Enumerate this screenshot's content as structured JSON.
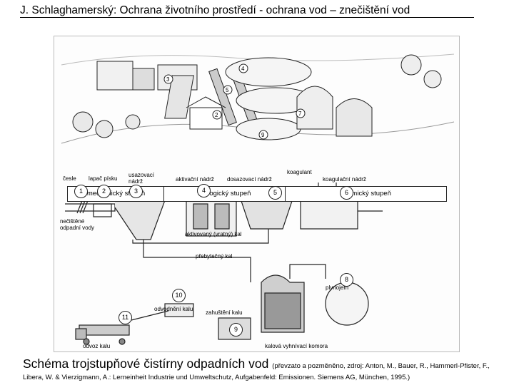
{
  "title": "J. Schlaghamerský: Ochrana životního prostředí - ochrana vod – znečištění vod",
  "stages": {
    "mechanical": "mechanický stupeň",
    "biological": "biologický stupeň",
    "chemical": "chemický stupeň"
  },
  "labels": {
    "cesle": "česle",
    "lapac": "lapač písku",
    "usazovaci": "usazovací\nnádrž",
    "aktivacni": "aktivační nádrž",
    "dosazovaci": "dosazovací nádrž",
    "koagulant": "koagulant",
    "koagulacni": "koagulační nádrž",
    "necistene": "nečištěné\nodpadní vody",
    "aktivovany": "aktivovaný (vratný) kal",
    "prebytecny": "přebytečný kal",
    "plynojem": "plynojem",
    "odvodneni": "odvodnění kalu",
    "zahusteni": "zahuštění kalu",
    "odvoz": "odvoz kalu",
    "kalova": "kalová vyhnívací komora"
  },
  "numbers": [
    "1",
    "2",
    "3",
    "4",
    "5",
    "6",
    "8",
    "9",
    "10",
    "11"
  ],
  "caption": {
    "main": "Schéma trojstupňové čistírny odpadních vod",
    "source_a": "(převzato a pozměněno, zdroj: Anton, M., Bauer, R., Hammerl-Pfister, F.,",
    "source_b": "Libera, W. & Vierzigmann, A.: Lerneinheit Industrie und Umweltschutz, Aufgabenfeld: Emissionen. Siemens AG, München, 1995.)"
  }
}
